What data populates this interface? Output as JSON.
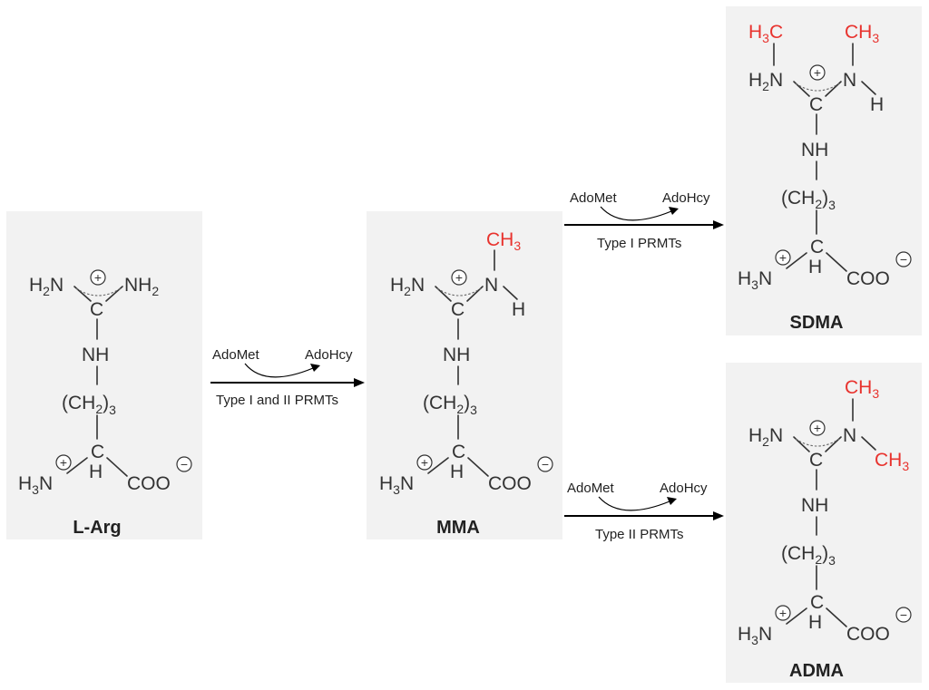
{
  "molecules": {
    "larg": {
      "label": "L-Arg",
      "n1": "H",
      "n1sub": "2",
      "n1tail": "N",
      "n2": "NH",
      "n2sub": "2"
    },
    "mma": {
      "label": "MMA",
      "methyl": "CH",
      "methylsub": "3",
      "h": "H"
    },
    "sdma": {
      "label": "SDMA",
      "methyl_left": "H",
      "methyl_left_sub": "3",
      "methyl_left_tail": "C",
      "methyl_right": "CH",
      "methyl_right_sub": "3",
      "h": "H"
    },
    "adma": {
      "label": "ADMA",
      "methyl_top": "CH",
      "methyl_top_sub": "3",
      "methyl_side": "CH",
      "methyl_side_sub": "3"
    }
  },
  "common": {
    "h2n_h": "H",
    "h2n_sub": "2",
    "h2n_n": "N",
    "carbon": "C",
    "nh": "NH",
    "ch2_open": "(CH",
    "ch2_sub": "2",
    "ch2_close": ")",
    "ch2_n": "3",
    "h3n_h": "H",
    "h3n_sub": "3",
    "h3n_n": "N",
    "alpha_h": "H",
    "coo": "COO",
    "plus": "+",
    "minus": "−"
  },
  "reactions": [
    {
      "reactant": "AdoMet",
      "product": "AdoHcy",
      "enzyme": "Type I and II PRMTs"
    },
    {
      "reactant": "AdoMet",
      "product": "AdoHcy",
      "enzyme": "Type I PRMTs"
    },
    {
      "reactant": "AdoMet",
      "product": "AdoHcy",
      "enzyme": "Type II PRMTs"
    }
  ],
  "colors": {
    "methyl": "#e8332e",
    "text": "#333333",
    "panel": "#f2f2f2"
  }
}
